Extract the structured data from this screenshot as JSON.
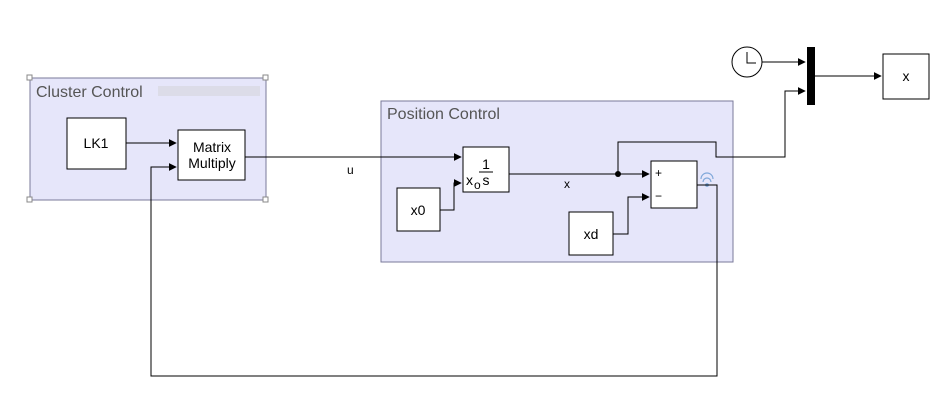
{
  "areas": {
    "cluster": {
      "title": "Cluster Control",
      "fill": "#e6e6fa"
    },
    "position": {
      "title": "Position Control",
      "fill": "#e6e6fa"
    }
  },
  "blocks": {
    "lk1": "LK1",
    "matrix_line1": "Matrix",
    "matrix_line2": "Multiply",
    "integrator_num": "1",
    "integrator_den": "s",
    "integrator_ic": "x",
    "integrator_ic_sub": "o",
    "x0": "x0",
    "xd": "xd",
    "sum_plus": "+",
    "sum_minus": "−",
    "scope": "x"
  },
  "signals": {
    "u": "u",
    "x": "x"
  },
  "icons": [
    "clock-icon",
    "mux-bar",
    "signal-log-icon"
  ]
}
